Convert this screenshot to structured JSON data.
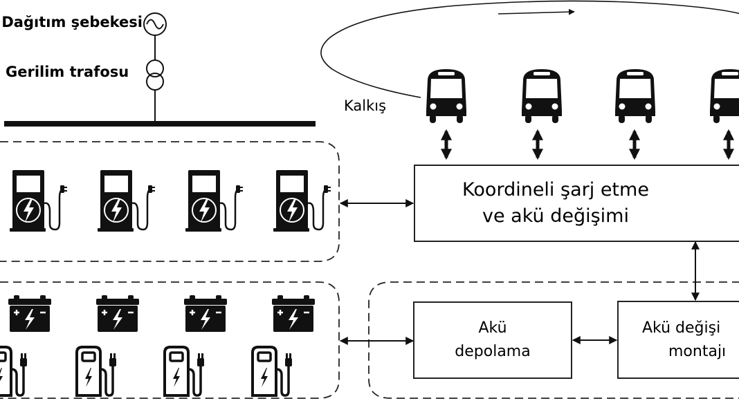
{
  "grid": {
    "source_label": "Dağıtım şebekesi",
    "transformer_label": "Gerilim trafosu",
    "source_icon": "ac-source-icon",
    "transformer_icon": "transformer-icon"
  },
  "route": {
    "departure_label": "Kalkış",
    "bus_count": 4,
    "bus_icon": "bus-icon"
  },
  "stations": {
    "fast_chargers": {
      "count": 4,
      "icon": "ev-charger-filled-icon"
    },
    "battery_chargers": {
      "battery_count": 4,
      "charger_count": 4,
      "battery_icon": "battery-icon",
      "charger_icon": "ev-charger-outline-icon"
    }
  },
  "boxes": {
    "coordination": {
      "line1": "Koordineli şarj etme",
      "line2": "ve akü değişimi"
    },
    "storage": {
      "line1": "Akü",
      "line2": "depolama"
    },
    "swap": {
      "line1": "Akü değişi",
      "line2": "montajı"
    }
  },
  "colors": {
    "stroke": "#222222",
    "icon": "#111111",
    "background": "#ffffff"
  }
}
